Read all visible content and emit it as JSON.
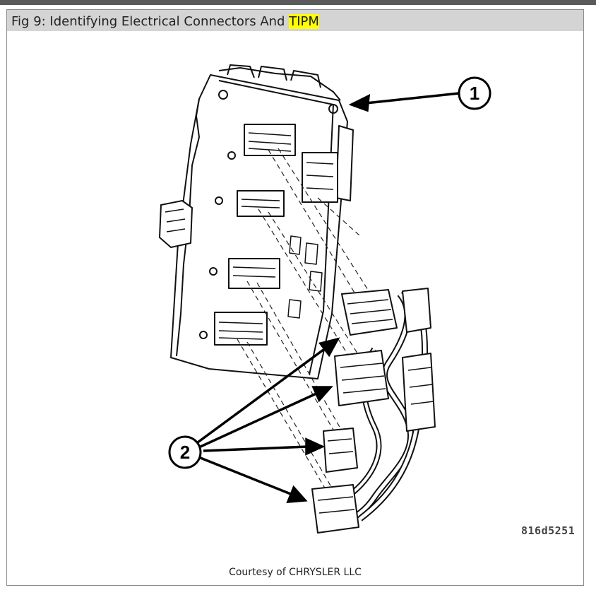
{
  "figure": {
    "caption_prefix": "Fig 9: Identifying Electrical Connectors And ",
    "caption_highlight": "TIPM",
    "callouts": [
      "1",
      "2"
    ],
    "reference_code": "816d5251",
    "courtesy": "Courtesy of CHRYSLER LLC",
    "colors": {
      "highlight": "#ffff00",
      "caption_bar": "#d4d4d4",
      "line_art": "#111111"
    }
  }
}
